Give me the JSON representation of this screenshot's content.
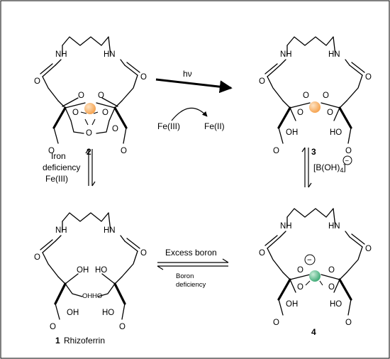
{
  "atoms": {
    "nh": "NH",
    "hn": "HN",
    "o": "O",
    "oh": "OH",
    "ho": "HO"
  },
  "compounds": {
    "c2": {
      "number": "2",
      "metal_color": "#f5a04a"
    },
    "c3": {
      "number": "3",
      "metal_color": "#f5a04a"
    },
    "c1": {
      "number": "1",
      "name": "Rhizoferrin"
    },
    "c4": {
      "number": "4",
      "metal_color": "#3aa873",
      "charge": "−"
    }
  },
  "arrows": {
    "top": {
      "hv": "hν",
      "fe3": "Fe(III)",
      "fe2": "Fe(II)"
    },
    "left": {
      "line1": "Iron",
      "line2": "deficiency",
      "line3": "Fe(III)"
    },
    "right": {
      "borate": "[B(OH)",
      "sub": "4",
      "close": "]",
      "charge": "−"
    },
    "bottom": {
      "top_label": "Excess boron",
      "bottom_line1": "Boron",
      "bottom_line2": "deficiency"
    }
  }
}
